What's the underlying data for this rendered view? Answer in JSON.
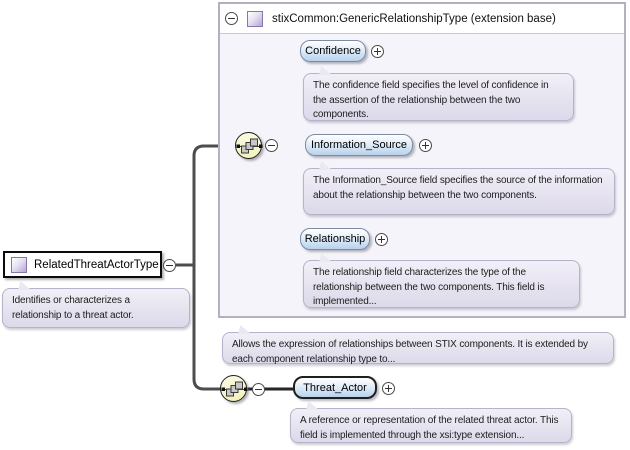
{
  "diagram_type": "xml-schema-diagram",
  "root": {
    "label": "RelatedThreatActorType",
    "annotation": "Identifies or characterizes a relationship to a threat actor."
  },
  "base": {
    "title": "stixCommon:GenericRelationshipType (extension base)",
    "annotation": "Allows the expression of relationships between STIX components. It is extended by each component relationship type to..."
  },
  "children": [
    {
      "label": "Confidence",
      "annotation": "The confidence field specifies the level of confidence in the assertion of the relationship between the two components."
    },
    {
      "label": "Information_Source",
      "annotation": "The Information_Source field specifies the source of the information about the relationship between the two components."
    },
    {
      "label": "Relationship",
      "annotation": "The relationship field characterizes the type of the relationship between the two components. This field is implemented..."
    }
  ],
  "threat_actor": {
    "label": "Threat_Actor",
    "annotation": "A reference or representation of the related threat actor. This field is implemented through the xsi:type extension..."
  },
  "icons": {
    "collapse": "minus-circle",
    "expand": "plus-circle",
    "compositor": "sequence-icon",
    "type": "complex-type-square-icon"
  },
  "colors": {
    "pill_blue": "#b7d2ec",
    "annotation_lavender": "#dcd9ea",
    "sequence_yellow": "#f3f1bc",
    "type_purple": "#b6a5d4",
    "box_fill": "#f5f4fa",
    "box_border": "#b3b1bf",
    "connector_gray": "#4d4d4d"
  }
}
